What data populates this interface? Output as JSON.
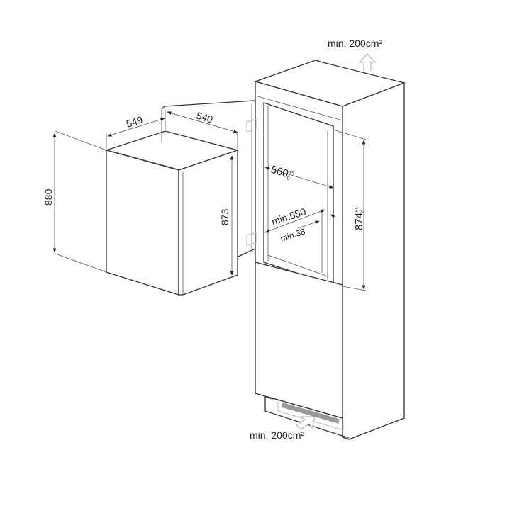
{
  "diagram": {
    "appliance": {
      "depth_label": "549",
      "width_label": "540",
      "total_height_label": "880",
      "body_height_label": "873"
    },
    "niche": {
      "width_label": "560",
      "width_tol_upper": "+5",
      "width_tol_lower": "0",
      "height_label": "874",
      "height_tol_upper": "+4",
      "height_tol_lower": "0",
      "min_depth_label": "min.550",
      "min_gap_label": "min.38"
    },
    "ventilation": {
      "top_label": "min. 200cm²",
      "bottom_label": "min. 200cm²"
    }
  }
}
